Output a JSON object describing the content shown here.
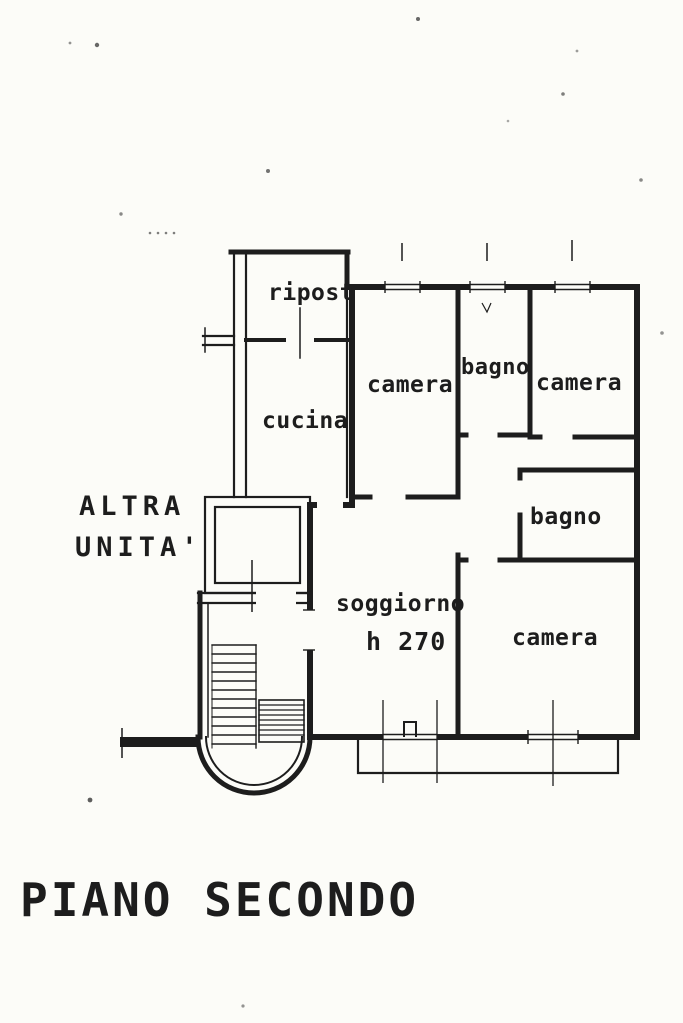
{
  "page": {
    "type": "scanned floor plan drawing",
    "paper_color": "#fcfcf8",
    "ink_color": "#1d1d1d"
  },
  "plan": {
    "rooms": {
      "ripost": "ripost",
      "cucina": "cucina",
      "camera_top_left": "camera",
      "bagno_top": "bagno",
      "camera_top_right": "camera",
      "bagno_middle": "bagno",
      "soggiorno": "soggiorno",
      "soggiorno_height": "h 270",
      "camera_bottom": "camera"
    },
    "annotations": {
      "altra_unita_line1": "ALTRA",
      "altra_unita_line2": "UNITA'"
    }
  },
  "caption": {
    "title": "PIANO SECONDO"
  }
}
